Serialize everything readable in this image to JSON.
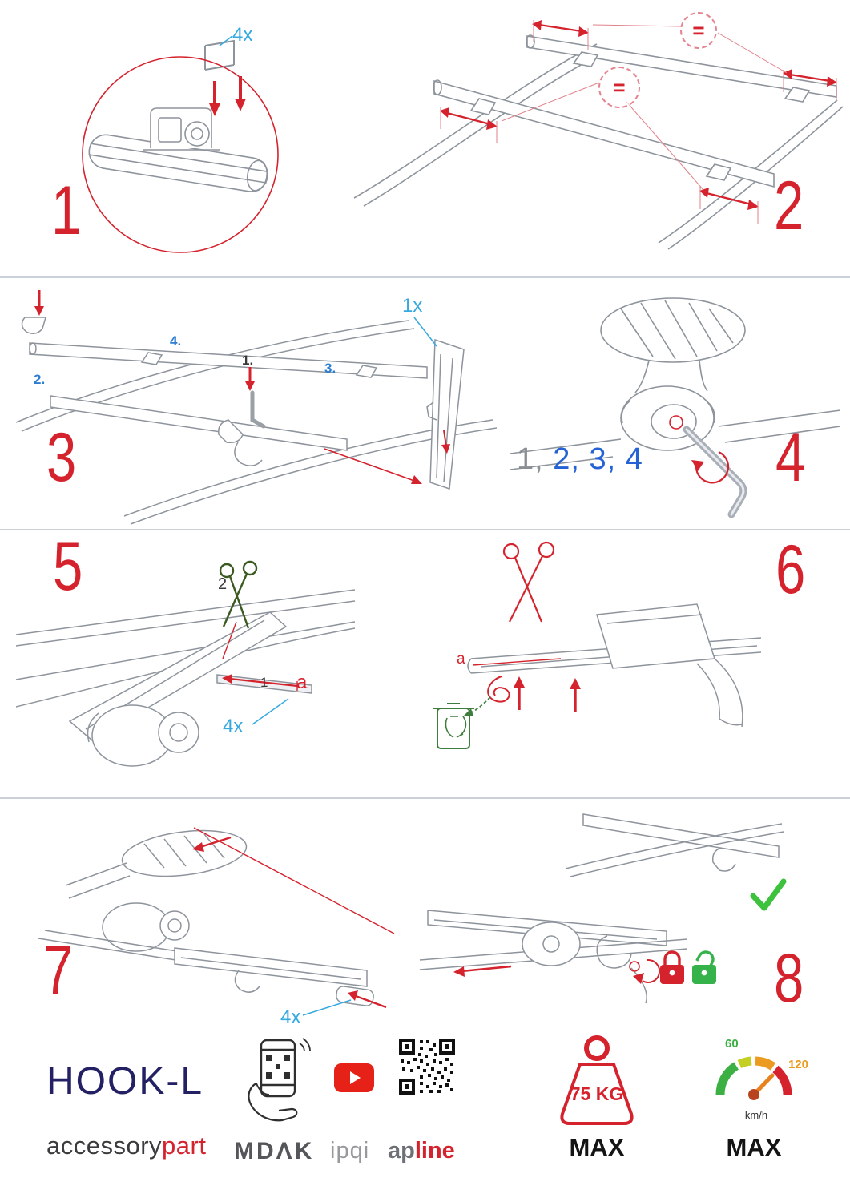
{
  "steps": {
    "s1": {
      "number": "1",
      "qty": "4x"
    },
    "s2": {
      "number": "2",
      "equal": "="
    },
    "s3": {
      "number": "3",
      "qty": "1x",
      "sub1": "1.",
      "sub2": "2.",
      "sub3": "3.",
      "sub4": "4."
    },
    "s4": {
      "number": "4",
      "seq_first": "1,",
      "seq_rest": " 2, 3, 4"
    },
    "s5": {
      "number": "5",
      "qty": "4x",
      "order_cut": "2",
      "order_pull": "1",
      "label_a": "a"
    },
    "s6": {
      "number": "6",
      "label_a": "a"
    },
    "s7": {
      "number": "7",
      "qty": "4x"
    },
    "s8": {
      "number": "8"
    }
  },
  "footer": {
    "product": "HOOK-L",
    "brand_accessory": "accessory",
    "brand_part": "part",
    "logo_mdak": "MDΛK",
    "logo_ipqi": "ipqi",
    "logo_ap": "ap",
    "logo_line": "line",
    "weight_value": "75 KG",
    "weight_max": "MAX",
    "speed_low": "60",
    "speed_high": "120",
    "speed_unit": "km/h",
    "speed_max": "MAX"
  },
  "colors": {
    "accent_red": "#d5232e",
    "label_blue": "#36a9e1",
    "sequence_blue": "#2563d4",
    "sub_step_blue": "#2b7cd3",
    "navy": "#232063",
    "check_green": "#3cc23c",
    "lock_open_green": "#35b34a",
    "trash_green": "#3e7d3e",
    "youtube_red": "#e62117",
    "speedo_green": "#3cb043",
    "speedo_orange": "#eb9b1f",
    "line_gray": "#8e949c"
  }
}
